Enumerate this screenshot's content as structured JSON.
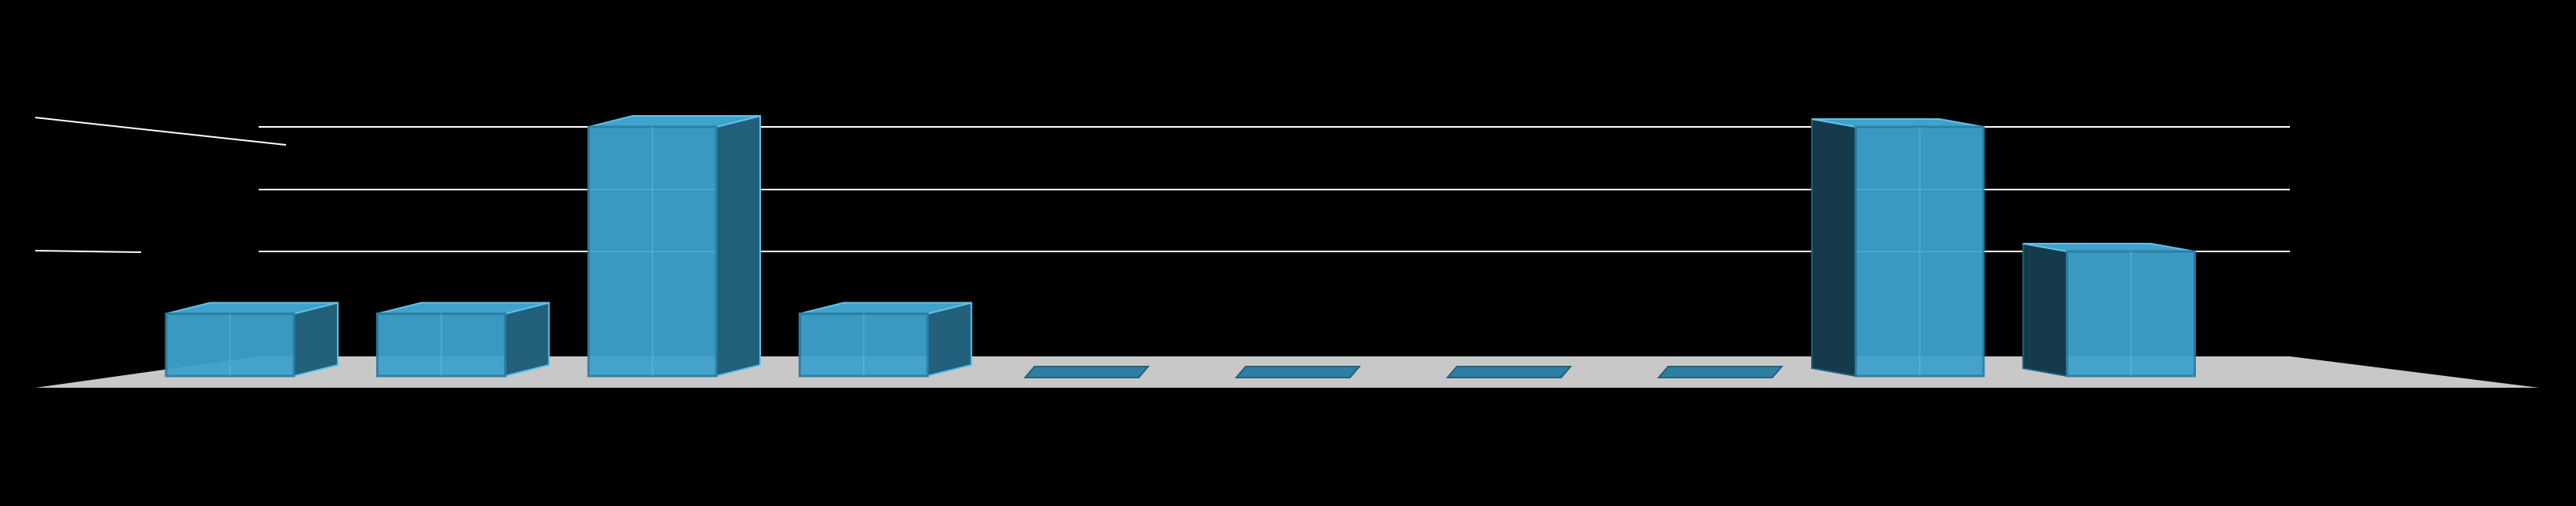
{
  "chart_data": {
    "type": "bar",
    "style": "3d",
    "categories": [
      "",
      "",
      "",
      "",
      "",
      "",
      "",
      "",
      "",
      ""
    ],
    "values": [
      1,
      1,
      4,
      1,
      0,
      0,
      0,
      0,
      4,
      2
    ],
    "ylim": [
      0,
      4
    ],
    "grid": true,
    "legend": "none",
    "title": "",
    "xlabel": "",
    "ylabel": ""
  },
  "colors": {
    "background": "#000000",
    "bar_front": "#3ea2cc",
    "bar_side": "#23607c",
    "bar_dark": "#143a4c",
    "bar_edge": "#5ec3ea",
    "floor": "#c8c8c8",
    "gridline": "#ffffff"
  }
}
